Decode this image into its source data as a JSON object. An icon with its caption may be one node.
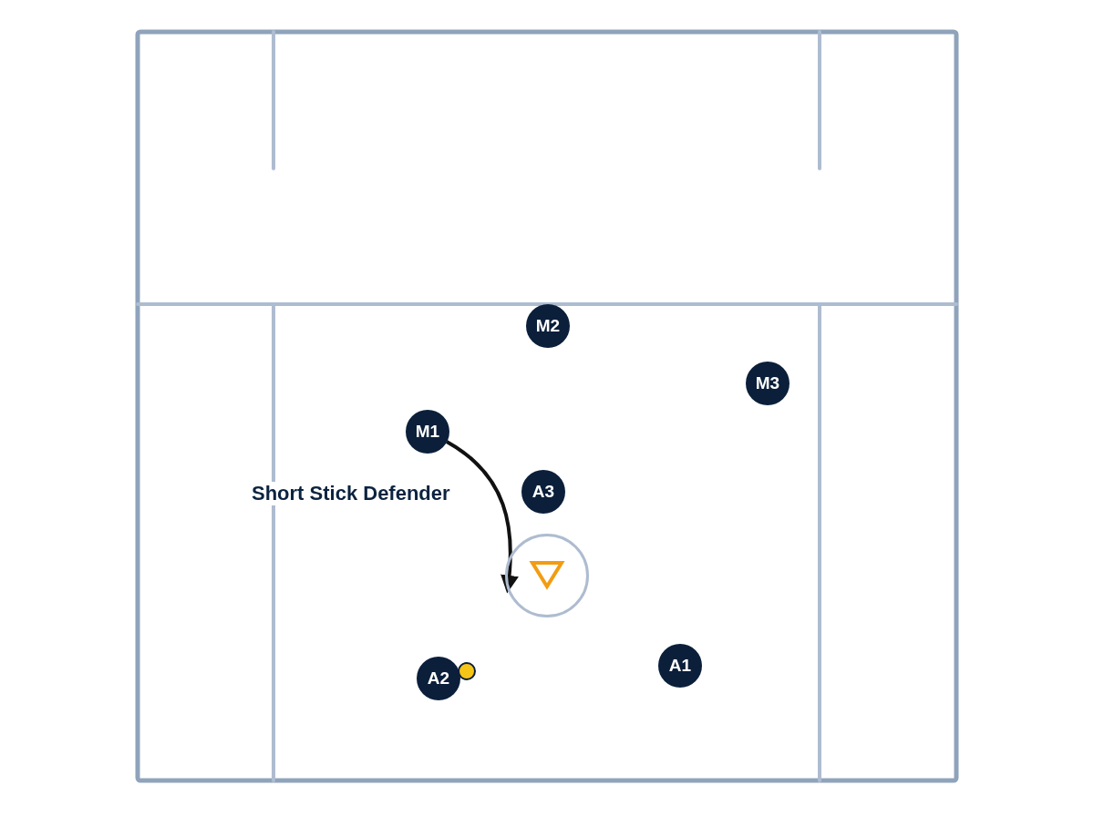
{
  "diagram": {
    "nodes": [
      {
        "text": [
          "M2"
        ]
      },
      {
        "text": [
          "M3"
        ]
      },
      {
        "text": [
          "M1"
        ]
      },
      {
        "text": [
          "A3"
        ]
      },
      {
        "text": [],
        "shape": "circle"
      },
      {
        "text": [
          "A2"
        ]
      },
      {
        "text": [
          "A1"
        ]
      }
    ],
    "edges": [
      {
        "from": 2,
        "to": 4,
        "arrow": "to",
        "label": "Short Stick Defender"
      }
    ]
  }
}
